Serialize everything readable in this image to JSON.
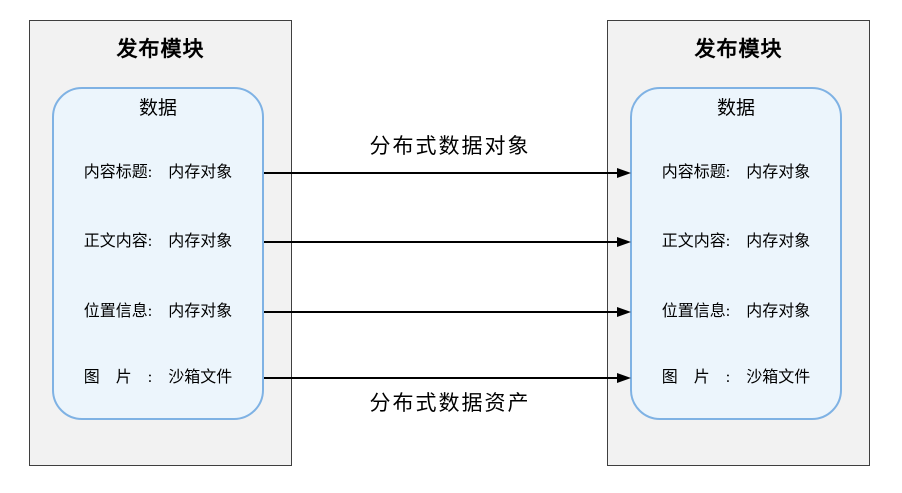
{
  "diagram": {
    "modules": [
      {
        "title": "发布模块",
        "data_group": {
          "title": "数据",
          "items": [
            "内容标题:　内存对象",
            "正文内容:　内存对象",
            "位置信息:　内存对象",
            "图　片　:　沙箱文件"
          ]
        }
      },
      {
        "title": "发布模块",
        "data_group": {
          "title": "数据",
          "items": [
            "内容标题:　内存对象",
            "正文内容:　内存对象",
            "位置信息:　内存对象",
            "图　片　:　沙箱文件"
          ]
        }
      }
    ],
    "connections": {
      "top_label": "分布式数据对象",
      "bottom_label": "分布式数据资产",
      "arrow_count": 4,
      "direction": "left-to-right"
    },
    "colors": {
      "module_fill": "#f2f2f2",
      "module_border": "#3f3f3f",
      "data_fill": "#ecf5fc",
      "data_border": "#7fb2e4",
      "arrow_color": "#000000"
    }
  }
}
